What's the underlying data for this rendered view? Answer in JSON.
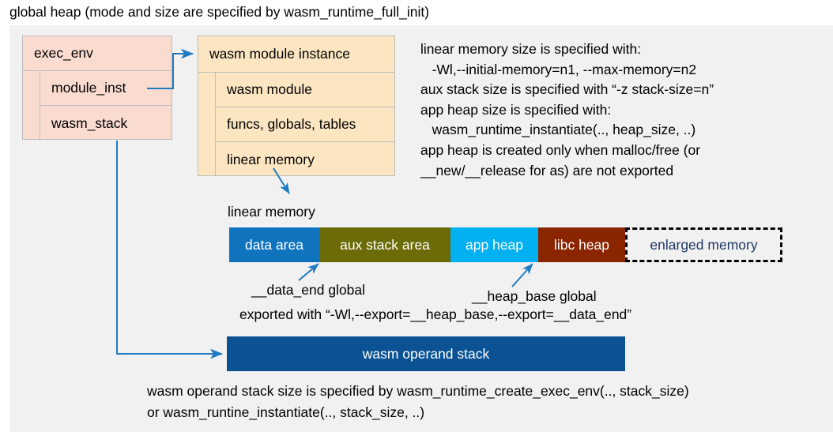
{
  "title": "global heap (mode and size are specified by wasm_runtime_full_init)",
  "colors": {
    "panel_bg": "#f1f1f1",
    "exec_env_fill": "#fadbd0",
    "module_inst_fill": "#fce6c2",
    "box_border": "#bdbdbd",
    "arrow": "#1f7bc1",
    "data_area": "#0f74bd",
    "aux_stack_area": "#6b6b07",
    "app_heap": "#00b0f0",
    "libc_heap": "#8b2500",
    "enlarged_memory_text": "#1f3864",
    "operand_stack": "#0a5294"
  },
  "exec_env": {
    "header": "exec_env",
    "rows": [
      "module_inst",
      "wasm_stack"
    ]
  },
  "module_instance": {
    "header": "wasm module instance",
    "rows": [
      "wasm module",
      "funcs, globals, tables",
      "linear memory"
    ]
  },
  "notes": {
    "lines": [
      "linear memory size is specified with:",
      "   -Wl,--initial-memory=n1, --max-memory=n2",
      "aux stack size is specified with “-z stack-size=n”",
      "app heap size is specified with:",
      "   wasm_runtime_instantiate(.., heap_size, ..)",
      "app heap is created only when malloc/free (or",
      "__new/__release for as) are not exported"
    ]
  },
  "linear_memory": {
    "label": "linear memory",
    "segments": [
      {
        "label": "data area",
        "color": "#0f74bd",
        "width": 114,
        "text_color": "#ffffff",
        "dashed": false
      },
      {
        "label": "aux stack area",
        "color": "#6b6b07",
        "width": 166,
        "text_color": "#ffffff",
        "dashed": false
      },
      {
        "label": "app heap",
        "color": "#00b0f0",
        "width": 111,
        "text_color": "#ffffff",
        "dashed": false
      },
      {
        "label": "libc heap",
        "color": "#8b2500",
        "width": 110,
        "text_color": "#ffffff",
        "dashed": false
      },
      {
        "label": "enlarged memory",
        "color": "#f1f1f1",
        "width": 199,
        "text_color": "#1f3864",
        "dashed": true
      }
    ]
  },
  "annotations": {
    "data_end": "__data_end global",
    "heap_base": "__heap_base global",
    "exported_with": "exported with “-Wl,--export=__heap_base,--export=__data_end”"
  },
  "operand_stack": {
    "label": "wasm operand stack",
    "notes": [
      "wasm operand stack size is specified by wasm_runtime_create_exec_env(.., stack_size)",
      "or wasm_runtine_instantiate(.., stack_size, ..)"
    ]
  }
}
